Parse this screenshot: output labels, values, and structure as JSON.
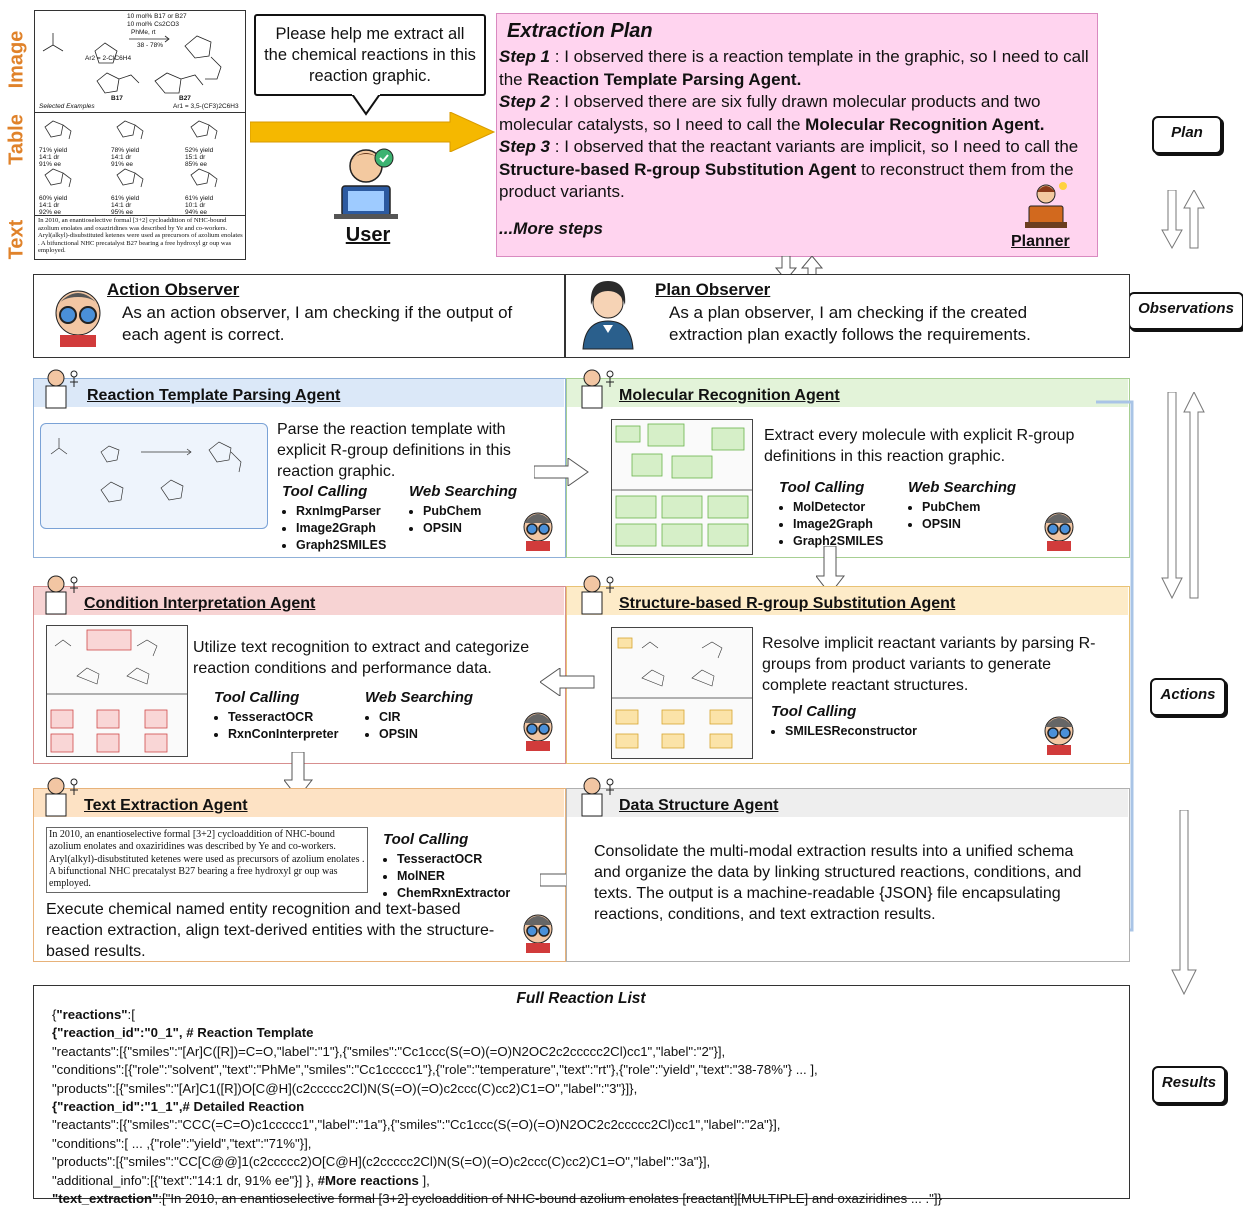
{
  "colors": {
    "plan_bg": "#ffd4ef",
    "plan_border": "#d98ac0",
    "blue_header": "#dbe8f8",
    "blue_border": "#8fb0d8",
    "green_header": "#e3f3d9",
    "green_border": "#a7cf92",
    "red_header": "#f7d3d3",
    "red_border": "#d78f8f",
    "yellow_header": "#fdebc8",
    "yellow_border": "#e8c275",
    "orange_header": "#fde2c4",
    "orange_border": "#e7b27a",
    "gray_header": "#eeeeee",
    "gray_border": "#b0b0b0",
    "arrow_yellow": "#f5b800",
    "label_orange": "#e0822a"
  },
  "input_labels": {
    "image": "Image",
    "table": "Table",
    "text": "Text"
  },
  "input_snippet": {
    "catalyst_line": "10 mol% B17 or B27",
    "base_line": "10 mol% Cs2CO3",
    "solvent_line": "PhMe, rt",
    "yield_range": "38 - 78%",
    "ar2_def": "Ar2 = 2-ClC6H4",
    "ar1_def": "Ar1 = 3,5-(CF3)2C6H3",
    "selected_examples": "Selected Examples",
    "b17_label": "B17",
    "b27_label": "B27",
    "products": [
      {
        "yield": "71% yield",
        "dr": "14:1 dr",
        "ee": "91% ee"
      },
      {
        "yield": "78% yield",
        "dr": "14:1 dr",
        "ee": "91% ee"
      },
      {
        "yield": "52% yield",
        "dr": "15:1 dr",
        "ee": "85% ee"
      },
      {
        "yield": "60% yield",
        "dr": "14:1 dr",
        "ee": "92% ee"
      },
      {
        "yield": "61% yield",
        "dr": "14:1 dr",
        "ee": "95% ee"
      },
      {
        "yield": "61% yield",
        "dr": "10:1 dr",
        "ee": "94% ee"
      }
    ],
    "paragraph": "In 2010, an enantioselective formal [3+2] cycloaddition of NHC-bound azolium enolates and oxaziridines was described by Ye and co-workers. Aryl(alkyl)-disubstituted ketenes were used as precursors of azolium enolates . A bifunctional NHC precatalyst B27 bearing a free hydroxyl gr oup was employed."
  },
  "user": {
    "request": "Please help me extract all the chemical reactions in this reaction graphic.",
    "label": "User"
  },
  "plan": {
    "title": "Extraction Plan",
    "steps": [
      {
        "label": "Step 1",
        "pre": " : I observed there is a reaction template in the graphic, so I need to call the ",
        "bold": "Reaction Template Parsing Agent.",
        "post": ""
      },
      {
        "label": "Step 2",
        "pre": " : I observed there are six fully drawn molecular products and two molecular catalysts, so I need to call the ",
        "bold": "Molecular Recognition Agent.",
        "post": ""
      },
      {
        "label": "Step 3",
        "pre": " : I observed that the reactant variants are implicit, so I need to call the ",
        "bold": "Structure-based R-group Substitution Agent",
        "post": " to reconstruct them from the product variants."
      }
    ],
    "more": "...More steps",
    "planner_label": "Planner"
  },
  "side_tags": {
    "plan": "Plan",
    "observations": "Observations",
    "actions": "Actions",
    "results": "Results"
  },
  "observers": {
    "action": {
      "title": "Action Observer",
      "text": "As an action observer, I am checking if the output of each agent is correct."
    },
    "plan": {
      "title": "Plan Observer",
      "text": "As a plan observer, I am checking if the created extraction plan exactly follows the requirements."
    }
  },
  "agents": {
    "template": {
      "title": "Reaction Template Parsing Agent",
      "desc": "Parse the reaction template with explicit R-group definitions in this reaction graphic.",
      "tool_title": "Tool Calling",
      "tools": [
        "RxnImgParser",
        "Image2Graph",
        "Graph2SMILES"
      ],
      "web_title": "Web Searching",
      "web": [
        "PubChem",
        "OPSIN"
      ]
    },
    "molecular": {
      "title": "Molecular Recognition Agent",
      "desc": "Extract every molecule with explicit R-group definitions in this reaction graphic.",
      "tool_title": "Tool Calling",
      "tools": [
        "MolDetector",
        "Image2Graph",
        "Graph2SMILES"
      ],
      "web_title": "Web Searching",
      "web": [
        "PubChem",
        "OPSIN"
      ]
    },
    "condition": {
      "title": "Condition Interpretation Agent",
      "desc": "Utilize text recognition to extract and categorize reaction conditions and performance data.",
      "tool_title": "Tool Calling",
      "tools": [
        "TesseractOCR",
        "RxnConInterpreter"
      ],
      "web_title": "Web Searching",
      "web": [
        "CIR",
        "OPSIN"
      ]
    },
    "rgroup": {
      "title": "Structure-based R-group Substitution Agent",
      "desc": "Resolve implicit reactant variants by parsing R-groups from product variants to generate complete reactant structures.",
      "tool_title": "Tool Calling",
      "tools": [
        "SMILESReconstructor"
      ]
    },
    "text": {
      "title": "Text Extraction Agent",
      "snippet": "In 2010, an enantioselective formal [3+2] cycloaddition of NHC-bound azolium enolates and oxaziridines was described by Ye and co-workers. Aryl(alkyl)-disubstituted ketenes were used as precursors of azolium enolates . A bifunctional NHC precatalyst B27 bearing a free hydroxyl gr oup was employed.",
      "desc": "Execute chemical named entity recognition and text-based reaction extraction, align text-derived entities with the structure-based results.",
      "tool_title": "Tool Calling",
      "tools": [
        "TesseractOCR",
        "MolNER",
        "ChemRxnExtractor"
      ]
    },
    "data": {
      "title": "Data Structure Agent",
      "desc": "Consolidate the multi-modal extraction results into a unified schema and organize the data by linking structured reactions, conditions, and texts. The output is a machine-readable {JSON} file encapsulating reactions, conditions, and text extraction results."
    }
  },
  "results": {
    "title": "Full Reaction List",
    "lines": [
      {
        "bold": "\"reactions\"",
        "pre": "{",
        "post": ":["
      },
      {
        "bold": "{\"reaction_id\":\"0_1\", # Reaction Template",
        "pre": "",
        "post": ""
      },
      {
        "pre": "\"reactants\":[{\"smiles\":\"[Ar]C([R])=C=O,\"label\":\"1\"},{\"smiles\":\"Cc1ccc(S(=O)(=O)N2OC2c2ccccc2Cl)cc1\",\"label\":\"2\"}],",
        "bold": "",
        "post": ""
      },
      {
        "pre": "\"conditions\":[{\"role\":\"solvent\",\"text\":\"PhMe\",\"smiles\":\"Cc1ccccc1\"},{\"role\":\"temperature\",\"text\":\"rt\"},{\"role\":\"yield\",\"text\":\"38-78%\"} ... ],",
        "bold": "",
        "post": ""
      },
      {
        "pre": "\"products\":[{\"smiles\":\"[Ar]C1([R])O[C@H](c2ccccc2Cl)N(S(=O)(=O)c2ccc(C)cc2)C1=O\",\"label\":\"3\"}]},",
        "bold": "",
        "post": ""
      },
      {
        "bold": "{\"reaction_id\":\"1_1\",# Detailed Reaction",
        "pre": "",
        "post": ""
      },
      {
        "pre": "\"reactants\":[{\"smiles\":\"CCC(=C=O)c1ccccc1\",\"label\":\"1a\"},{\"smiles\":\"Cc1ccc(S(=O)(=O)N2OC2c2ccccc2Cl)cc1\",\"label\":\"2a\"}],",
        "bold": "",
        "post": ""
      },
      {
        "pre": "\"conditions\":[ ... ,{\"role\":\"yield\",\"text\":\"71%\"}],",
        "bold": "",
        "post": ""
      },
      {
        "pre": "\"products\":[{\"smiles\":\"CC[C@@]1(c2ccccc2)O[C@H](c2ccccc2Cl)N(S(=O)(=O)c2ccc(C)cc2)C1=O\",\"label\":\"3a\"}],",
        "bold": "",
        "post": ""
      },
      {
        "pre": "\"additional_info\":[{\"text\":\"14:1 dr, 91% ee\"}] },  ",
        "bold": "#More reactions",
        "post": " ],"
      },
      {
        "pre": "",
        "bold": "\"text_extraction\"",
        "post": ":[\"In 2010, an enantioselective formal [3+2] cycloaddition of NHC-bound azolium enolates [reactant][MULTIPLE] and oxaziridines ... .\"]}"
      }
    ]
  }
}
